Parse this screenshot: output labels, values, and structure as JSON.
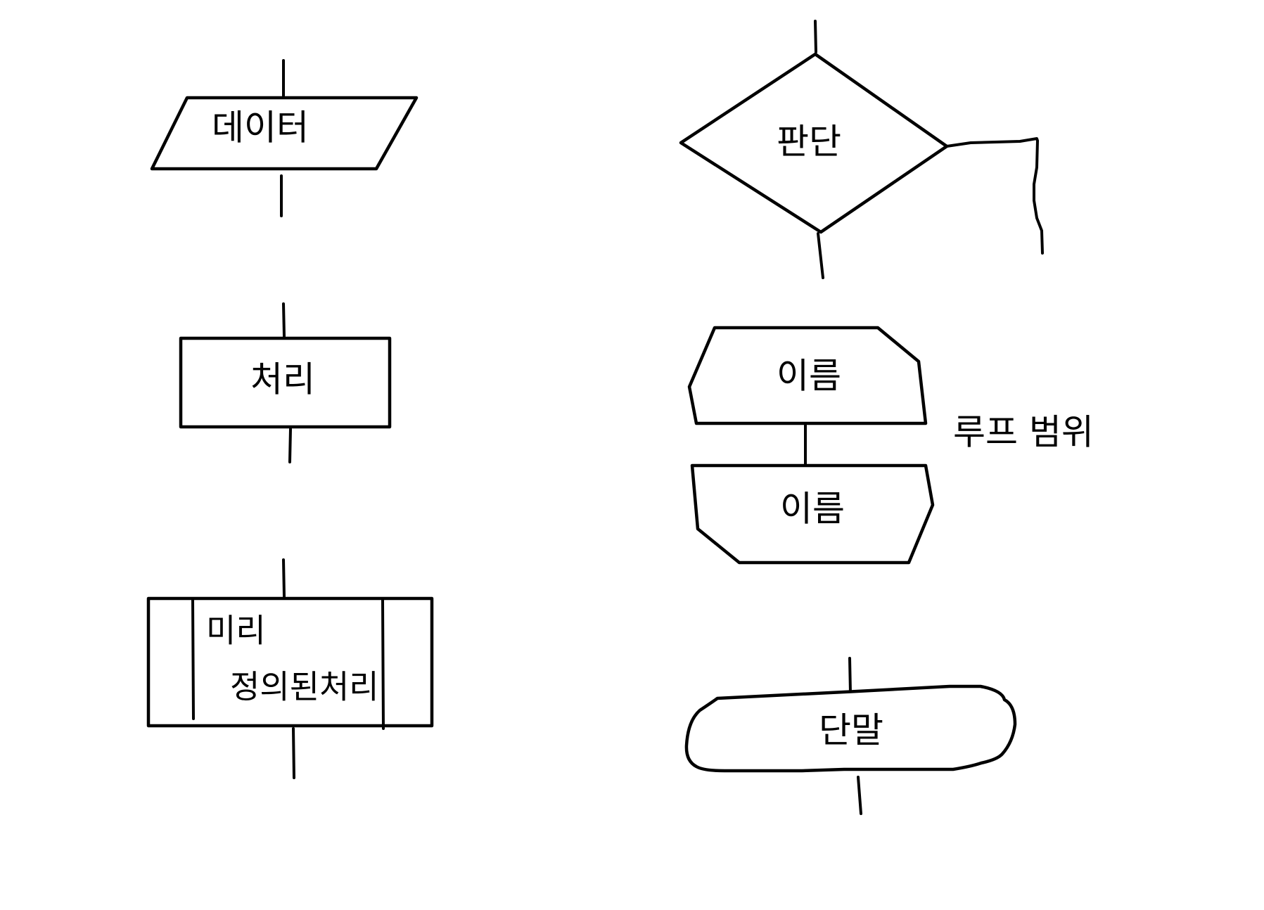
{
  "symbols": {
    "data": {
      "label": "데이터"
    },
    "process": {
      "label": "처리"
    },
    "predefined_process": {
      "label_line1": "미리",
      "label_line2": "정의된처리"
    },
    "decision": {
      "label": "판단"
    },
    "loop_start": {
      "label": "이름"
    },
    "loop_end": {
      "label": "이름"
    },
    "loop_range": {
      "label": "루프 범위"
    },
    "terminal": {
      "label": "단말"
    }
  }
}
